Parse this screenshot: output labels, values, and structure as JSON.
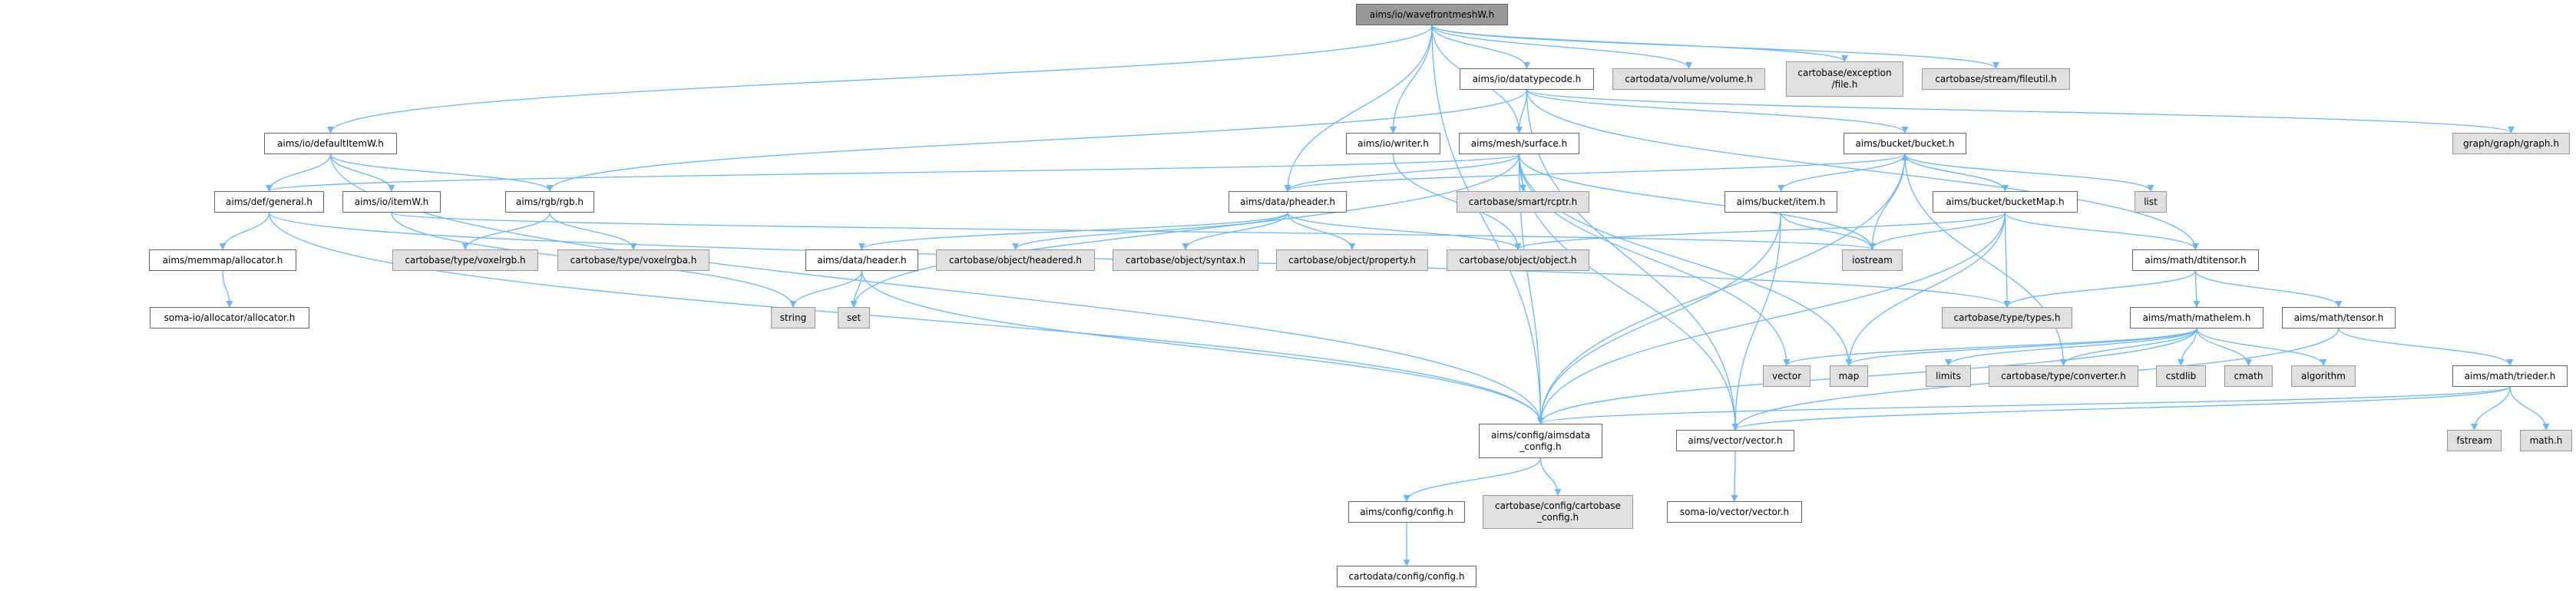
{
  "colors": {
    "edge": "#63b8ff",
    "root_fill": "#999999",
    "local_fill": "#ffffff",
    "external_fill": "#e0e0e0"
  },
  "nodes": [
    {
      "id": "root",
      "label": "aims/io/wavefrontmeshW.h",
      "kind": "root"
    },
    {
      "id": "defaultItemW",
      "label": "aims/io/defaultItemW.h",
      "kind": "local"
    },
    {
      "id": "datatypecode",
      "label": "aims/io/datatypecode.h",
      "kind": "local"
    },
    {
      "id": "volume",
      "label": "cartodata/volume/volume.h",
      "kind": "external"
    },
    {
      "id": "file",
      "label": "cartobase/exception\n/file.h",
      "kind": "external"
    },
    {
      "id": "fileutil",
      "label": "cartobase/stream/fileutil.h",
      "kind": "external"
    },
    {
      "id": "writer",
      "label": "aims/io/writer.h",
      "kind": "local"
    },
    {
      "id": "surface",
      "label": "aims/mesh/surface.h",
      "kind": "local"
    },
    {
      "id": "bucket",
      "label": "aims/bucket/bucket.h",
      "kind": "local"
    },
    {
      "id": "graph",
      "label": "graph/graph/graph.h",
      "kind": "external"
    },
    {
      "id": "general",
      "label": "aims/def/general.h",
      "kind": "local"
    },
    {
      "id": "itemW",
      "label": "aims/io/itemW.h",
      "kind": "local"
    },
    {
      "id": "rgb",
      "label": "aims/rgb/rgb.h",
      "kind": "local"
    },
    {
      "id": "pheader",
      "label": "aims/data/pheader.h",
      "kind": "local"
    },
    {
      "id": "rcptr",
      "label": "cartobase/smart/rcptr.h",
      "kind": "external"
    },
    {
      "id": "item",
      "label": "aims/bucket/item.h",
      "kind": "local"
    },
    {
      "id": "bucketMap",
      "label": "aims/bucket/bucketMap.h",
      "kind": "local"
    },
    {
      "id": "list",
      "label": "list",
      "kind": "external"
    },
    {
      "id": "allocator",
      "label": "aims/memmap/allocator.h",
      "kind": "local"
    },
    {
      "id": "voxelrgb",
      "label": "cartobase/type/voxelrgb.h",
      "kind": "external"
    },
    {
      "id": "voxelrgba",
      "label": "cartobase/type/voxelrgba.h",
      "kind": "external"
    },
    {
      "id": "header",
      "label": "aims/data/header.h",
      "kind": "local"
    },
    {
      "id": "headered",
      "label": "cartobase/object/headered.h",
      "kind": "external"
    },
    {
      "id": "syntax",
      "label": "cartobase/object/syntax.h",
      "kind": "external"
    },
    {
      "id": "property",
      "label": "cartobase/object/property.h",
      "kind": "external"
    },
    {
      "id": "object",
      "label": "cartobase/object/object.h",
      "kind": "external"
    },
    {
      "id": "iostream",
      "label": "iostream",
      "kind": "external"
    },
    {
      "id": "dtitensor",
      "label": "aims/math/dtitensor.h",
      "kind": "local"
    },
    {
      "id": "soma_alloc",
      "label": "soma-io/allocator/allocator.h",
      "kind": "local"
    },
    {
      "id": "string",
      "label": "string",
      "kind": "external"
    },
    {
      "id": "set",
      "label": "set",
      "kind": "external"
    },
    {
      "id": "types",
      "label": "cartobase/type/types.h",
      "kind": "external"
    },
    {
      "id": "mathelem",
      "label": "aims/math/mathelem.h",
      "kind": "local"
    },
    {
      "id": "tensor",
      "label": "aims/math/tensor.h",
      "kind": "local"
    },
    {
      "id": "vector_std",
      "label": "vector",
      "kind": "external"
    },
    {
      "id": "map",
      "label": "map",
      "kind": "external"
    },
    {
      "id": "limits",
      "label": "limits",
      "kind": "external"
    },
    {
      "id": "converter",
      "label": "cartobase/type/converter.h",
      "kind": "external"
    },
    {
      "id": "cstdlib",
      "label": "cstdlib",
      "kind": "external"
    },
    {
      "id": "cmath",
      "label": "cmath",
      "kind": "external"
    },
    {
      "id": "algorithm",
      "label": "algorithm",
      "kind": "external"
    },
    {
      "id": "trieder",
      "label": "aims/math/trieder.h",
      "kind": "local"
    },
    {
      "id": "aimsdata_config",
      "label": "aims/config/aimsdata\n_config.h",
      "kind": "local"
    },
    {
      "id": "aims_vector",
      "label": "aims/vector/vector.h",
      "kind": "local"
    },
    {
      "id": "fstream",
      "label": "fstream",
      "kind": "external"
    },
    {
      "id": "mathh",
      "label": "math.h",
      "kind": "external"
    },
    {
      "id": "config",
      "label": "aims/config/config.h",
      "kind": "local"
    },
    {
      "id": "cartobase_config",
      "label": "cartobase/config/cartobase\n_config.h",
      "kind": "external"
    },
    {
      "id": "soma_vector",
      "label": "soma-io/vector/vector.h",
      "kind": "local"
    },
    {
      "id": "cartodata_config",
      "label": "cartodata/config/config.h",
      "kind": "local"
    }
  ],
  "edges": [
    [
      "root",
      "aimsdata_config"
    ],
    [
      "root",
      "defaultItemW"
    ],
    [
      "root",
      "datatypecode"
    ],
    [
      "root",
      "writer"
    ],
    [
      "root",
      "surface"
    ],
    [
      "root",
      "pheader"
    ],
    [
      "root",
      "volume"
    ],
    [
      "root",
      "file"
    ],
    [
      "root",
      "fileutil"
    ],
    [
      "defaultItemW",
      "general"
    ],
    [
      "defaultItemW",
      "itemW"
    ],
    [
      "defaultItemW",
      "rgb"
    ],
    [
      "defaultItemW",
      "aimsdata_config"
    ],
    [
      "datatypecode",
      "surface"
    ],
    [
      "datatypecode",
      "rgb"
    ],
    [
      "datatypecode",
      "bucket"
    ],
    [
      "datatypecode",
      "graph"
    ],
    [
      "datatypecode",
      "dtitensor"
    ],
    [
      "datatypecode",
      "aims_vector"
    ],
    [
      "writer",
      "object"
    ],
    [
      "surface",
      "general"
    ],
    [
      "surface",
      "pheader"
    ],
    [
      "surface",
      "rcptr"
    ],
    [
      "surface",
      "iostream"
    ],
    [
      "surface",
      "aims_vector"
    ],
    [
      "surface",
      "map"
    ],
    [
      "surface",
      "vector_std"
    ],
    [
      "surface",
      "set"
    ],
    [
      "surface",
      "aimsdata_config"
    ],
    [
      "general",
      "allocator"
    ],
    [
      "general",
      "types"
    ],
    [
      "general",
      "aimsdata_config"
    ],
    [
      "allocator",
      "soma_alloc"
    ],
    [
      "itemW",
      "iostream"
    ],
    [
      "itemW",
      "string"
    ],
    [
      "rgb",
      "voxelrgb"
    ],
    [
      "rgb",
      "voxelrgba"
    ],
    [
      "pheader",
      "header"
    ],
    [
      "pheader",
      "headered"
    ],
    [
      "pheader",
      "syntax"
    ],
    [
      "pheader",
      "property"
    ],
    [
      "pheader",
      "object"
    ],
    [
      "header",
      "string"
    ],
    [
      "header",
      "set"
    ],
    [
      "header",
      "aimsdata_config"
    ],
    [
      "bucket",
      "item"
    ],
    [
      "bucket",
      "iostream"
    ],
    [
      "bucket",
      "bucketMap"
    ],
    [
      "bucket",
      "list"
    ],
    [
      "bucket",
      "pheader"
    ],
    [
      "bucket",
      "aimsdata_config"
    ],
    [
      "bucket",
      "converter"
    ],
    [
      "item",
      "iostream"
    ],
    [
      "item",
      "aimsdata_config"
    ],
    [
      "item",
      "aims_vector"
    ],
    [
      "bucketMap",
      "bucket"
    ],
    [
      "bucketMap",
      "iostream"
    ],
    [
      "bucketMap",
      "dtitensor"
    ],
    [
      "bucketMap",
      "types"
    ],
    [
      "bucketMap",
      "map"
    ],
    [
      "bucketMap",
      "object"
    ],
    [
      "bucketMap",
      "aimsdata_config"
    ],
    [
      "dtitensor",
      "types"
    ],
    [
      "dtitensor",
      "mathelem"
    ],
    [
      "dtitensor",
      "tensor"
    ],
    [
      "mathelem",
      "vector_std"
    ],
    [
      "mathelem",
      "map"
    ],
    [
      "mathelem",
      "limits"
    ],
    [
      "mathelem",
      "converter"
    ],
    [
      "mathelem",
      "cstdlib"
    ],
    [
      "mathelem",
      "cmath"
    ],
    [
      "mathelem",
      "algorithm"
    ],
    [
      "mathelem",
      "aimsdata_config"
    ],
    [
      "tensor",
      "trieder"
    ],
    [
      "tensor",
      "aims_vector"
    ],
    [
      "trieder",
      "fstream"
    ],
    [
      "trieder",
      "mathh"
    ],
    [
      "trieder",
      "aimsdata_config"
    ],
    [
      "trieder",
      "aims_vector"
    ],
    [
      "aimsdata_config",
      "config"
    ],
    [
      "aimsdata_config",
      "cartobase_config"
    ],
    [
      "config",
      "cartodata_config"
    ],
    [
      "aims_vector",
      "soma_vector"
    ]
  ]
}
